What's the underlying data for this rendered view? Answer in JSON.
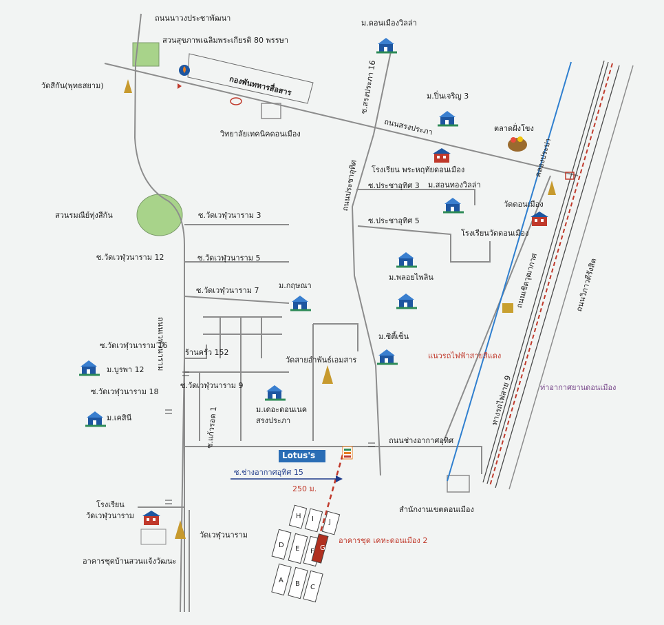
{
  "labels": {
    "road_nawang": "ถนนนาวงประชาพัฒนา",
    "park_80": "สวนสุขภาพเฉลิมพระเกียรติ 80 พรรษา",
    "kongphan": "กองพันทหารสื่อสาร",
    "technic_college": "วิทยาลัยเทคนิคดอนเมือง",
    "wat_sikan": "วัดสีกัน(พุทธสยาม)",
    "moo_donmuang_villa": "ม.ดอนเมืองวิลล่า",
    "soi_songprapa16": "ซ.สรงประภา 16",
    "moo_punjaroen3": "ม.ปิ่นเจริญ 3",
    "road_songprapa": "ถนนสรงประภา",
    "talat_fangkhong": "ตลาดฝั่งโขง",
    "khlong_prapa": "คลองประปา",
    "school_phrahruthai": "โรงเรียน พระหฤทัยดอนเมือง",
    "road_prachauthit": "ถนนประชาอุทิศ",
    "moo_suanthong": "ม.สอนทองวิลล่า",
    "soi_prachauthit3": "ซ.ประชาอุทิศ 3",
    "soi_prachauthit5": "ซ.ประชาอุทิศ 5",
    "wat_donmuang": "วัดดอนเมือง",
    "school_watdonmuang": "โรงเรียนวัดดอนเมือง",
    "park_thungsikan": "สวนรมณีย์ทุ่งสีกัน",
    "soi_wetsuwan3": "ซ.วัดเวฬุวนาราม 3",
    "soi_wetsuwan12": "ซ.วัดเวฬุวนาราม 12",
    "soi_wetsuwan5": "ซ.วัดเวฬุวนาราม 5",
    "soi_wetsuwan7": "ซ.วัดเวฬุวนาราม 7",
    "road_wetsuwan": "ถนนเวฬุวนาราม",
    "moo_kritsana": "ม.กฤษณา",
    "moo_ploiphailin": "ม.พลอยไพลิน",
    "road_chert_wudhakas": "ถนนเชิดวุฒากาศ",
    "road_viphawadi": "ถนนวิภาวดีรังสิต",
    "moo_cityzen": "ม.ซิตี้เซ็น",
    "red_line": "แนวรถไฟฟ้าสายสีแดง",
    "soi_wetsuwan16": "ซ.วัดเวฬุวนาราม 16",
    "ran_krua": "ร้านครัว 152",
    "wat_saiamphan": "วัดสายอำพันธ์เอมสาร",
    "moo_burapha12": "ม.บูรพา 12",
    "soi_wetsuwan18": "ซ.วัดเวฬุวนาราม 18",
    "soi_wetsuwan9": "ซ.วัดเวฬุวนาราม 9",
    "railway_9": "ทางรถไฟสาย 9",
    "airport": "ท่าอากาศยานดอนเมือง",
    "moo_kesini": "ม.เคสินี",
    "soi_kaewrot1": "ซ.แก้วรอด 1",
    "moo_the_donmuang": "ม.เดอะดอนเนค",
    "songprapa": "สรงประภา",
    "road_changakat": "ถนนช่างอากาศอุทิศ",
    "lotus": "Lotus's",
    "soi_changakat15": "ซ.ช่างอากาศอุทิศ 15",
    "distance": "250 ม.",
    "district_office": "สำนักงานเขตดอนเมือง",
    "school_wetsuwan_1": "โรงเรียน",
    "school_wetsuwan_2": "วัดเวฬุวนาราม",
    "wat_wetsuwan": "วัดเวฬุวนาราม",
    "housing_suan": "อาคารชุดบ้านสวนแจ้งวัฒนะ",
    "condo_kheha": "อาคารชุด เคหะดอนเมือง 2"
  },
  "building_letters": [
    "H",
    "I",
    "J",
    "D",
    "E",
    "F",
    "G",
    "A",
    "B",
    "C"
  ],
  "colors": {
    "background": "#f2f4f3",
    "road": "#8c8c8c",
    "park": "#a8d38a",
    "canal": "#2f7fcf",
    "red_line": "#c0392b",
    "railway": "#4a4a4a",
    "lotus_bg": "#2a6db5",
    "highlight_building": "#b03020"
  },
  "icons": {
    "house": "house-icon",
    "school": "school-icon",
    "temple": "temple-icon",
    "market": "market-basket-icon",
    "gas": "gas-station-icon",
    "seven_eleven": "seven-eleven-icon"
  }
}
